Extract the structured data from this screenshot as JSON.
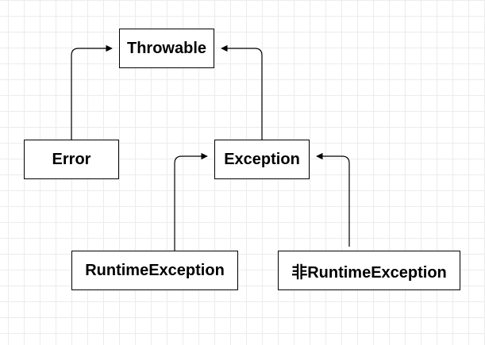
{
  "nodes": {
    "throwable": "Throwable",
    "error": "Error",
    "exception": "Exception",
    "runtime_exception": "RuntimeException",
    "non_runtime_exception": "非RuntimeException"
  },
  "edges": [
    {
      "from": "error",
      "to": "throwable"
    },
    {
      "from": "exception",
      "to": "throwable"
    },
    {
      "from": "runtime_exception",
      "to": "exception"
    },
    {
      "from": "non_runtime_exception",
      "to": "exception"
    }
  ],
  "colors": {
    "line": "#000000",
    "node_border": "#000000",
    "node_fill": "#ffffff",
    "grid": "#ececec"
  }
}
